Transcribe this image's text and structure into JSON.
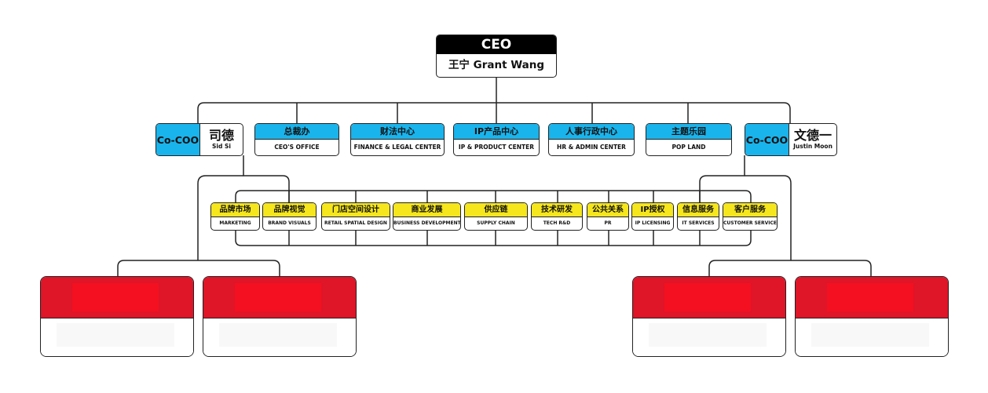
{
  "ceo": {
    "title": "CEO",
    "name": "王宁 Grant Wang"
  },
  "co_coos": [
    {
      "tag": "Co-COO",
      "name_cn": "司德",
      "name_en": "Sid Si"
    },
    {
      "tag": "Co-COO",
      "name_cn": "文德一",
      "name_en": "Justin Moon"
    }
  ],
  "departments": [
    {
      "cn": "总裁办",
      "en": "CEO'S OFFICE"
    },
    {
      "cn": "财法中心",
      "en": "FINANCE & LEGAL CENTER"
    },
    {
      "cn": "IP产品中心",
      "en": "IP & PRODUCT CENTER"
    },
    {
      "cn": "人事行政中心",
      "en": "HR & ADMIN CENTER"
    },
    {
      "cn": "主题乐园",
      "en": "POP LAND"
    }
  ],
  "functions": [
    {
      "cn": "品牌市场",
      "en": "MARKETING"
    },
    {
      "cn": "品牌视觉",
      "en": "BRAND VISUALS"
    },
    {
      "cn": "门店空间设计",
      "en": "RETAIL SPATIAL DESIGN"
    },
    {
      "cn": "商业发展",
      "en": "BUSINESS DEVELOPMENT"
    },
    {
      "cn": "供应链",
      "en": "SUPPLY CHAIN"
    },
    {
      "cn": "技术研发",
      "en": "TECH R&D"
    },
    {
      "cn": "公共关系",
      "en": "PR"
    },
    {
      "cn": "IP授权",
      "en": "IP LICENSING"
    },
    {
      "cn": "信息服务",
      "en": "IT SERVICES"
    },
    {
      "cn": "客户服务",
      "en": "CUSTOMER SERVICE"
    }
  ],
  "colors": {
    "blue": "#1ab4ec",
    "yellow": "#f5e61d",
    "red": "#df1528",
    "black": "#000000"
  }
}
